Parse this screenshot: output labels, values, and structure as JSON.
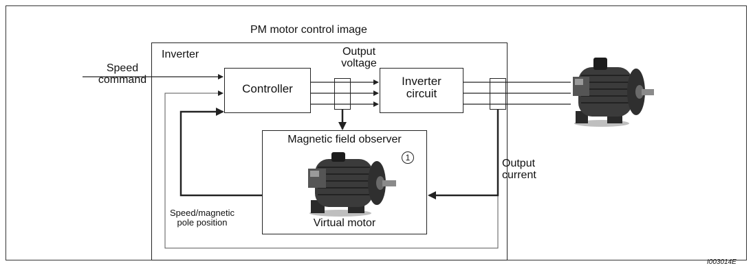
{
  "title": "PM motor control image",
  "labels": {
    "inverter": "Inverter",
    "output_voltage_1": "Output",
    "output_voltage_2": "voltage",
    "speed_command_1": "Speed",
    "speed_command_2": "command",
    "controller": "Controller",
    "inverter_circuit_1": "Inverter",
    "inverter_circuit_2": "circuit",
    "magnetic_field_observer": "Magnetic field observer",
    "marker": "1",
    "output_current_1": "Output",
    "output_current_2": "current",
    "speed_position_1": "Speed/magnetic",
    "speed_position_2": "pole position",
    "virtual_motor": "Virtual motor",
    "figure_id": "I003014E"
  },
  "icons": {
    "motor": "electric-motor-icon",
    "virtual_motor": "electric-motor-icon"
  },
  "colors": {
    "line": "#222222",
    "thin_line": "#555555",
    "motor_body": "#3b3b3b",
    "motor_dark": "#1c1c1c",
    "motor_light": "#8a8a8a"
  }
}
